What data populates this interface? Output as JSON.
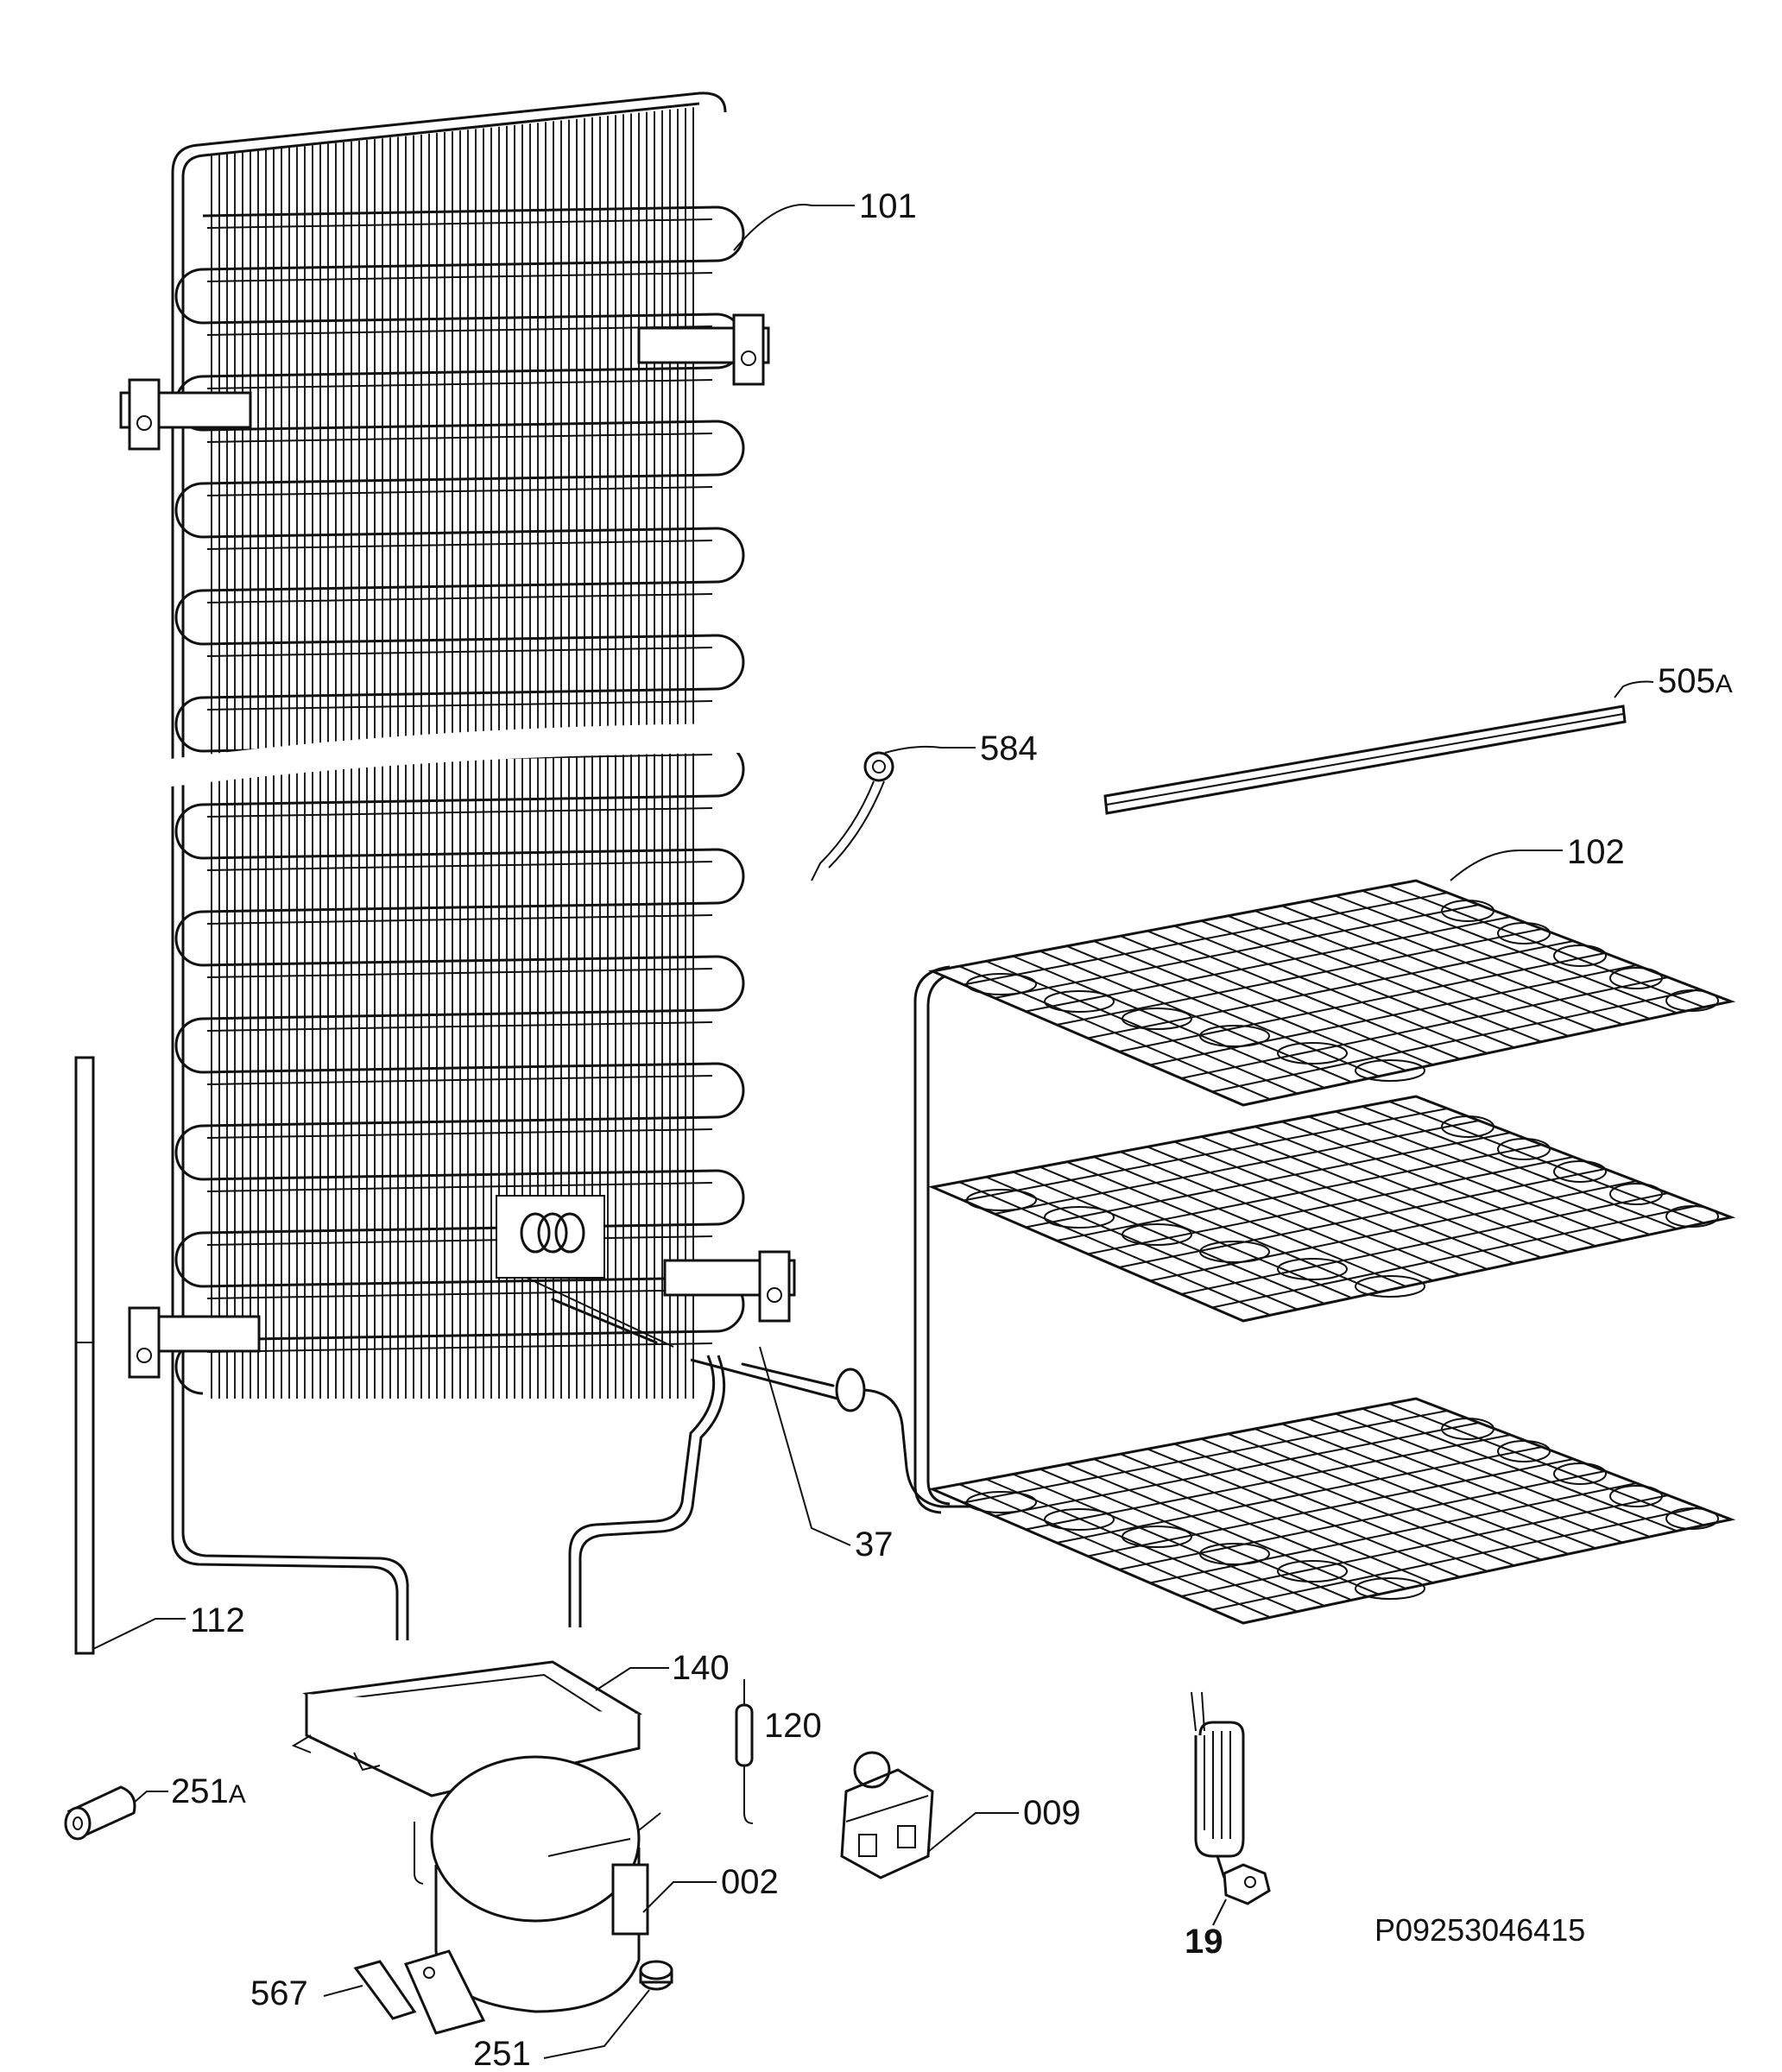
{
  "diagram": {
    "reference_code": "P09253046415",
    "parts": [
      {
        "id": "condenser",
        "label": "101",
        "suffix": ""
      },
      {
        "id": "evaporator",
        "label": "102",
        "suffix": ""
      },
      {
        "id": "strip",
        "label": "505",
        "suffix": "A"
      },
      {
        "id": "clip",
        "label": "584",
        "suffix": ""
      },
      {
        "id": "capillary",
        "label": "37",
        "suffix": ""
      },
      {
        "id": "tube",
        "label": "112",
        "suffix": ""
      },
      {
        "id": "tray",
        "label": "140",
        "suffix": ""
      },
      {
        "id": "thermal-fuse",
        "label": "120",
        "suffix": ""
      },
      {
        "id": "grommet",
        "label": "251",
        "suffix": "A"
      },
      {
        "id": "relay",
        "label": "009",
        "suffix": ""
      },
      {
        "id": "compressor",
        "label": "002",
        "suffix": ""
      },
      {
        "id": "heater",
        "label": "19",
        "suffix": ""
      },
      {
        "id": "bracket",
        "label": "567",
        "suffix": ""
      },
      {
        "id": "foot",
        "label": "251",
        "suffix": ""
      }
    ]
  }
}
